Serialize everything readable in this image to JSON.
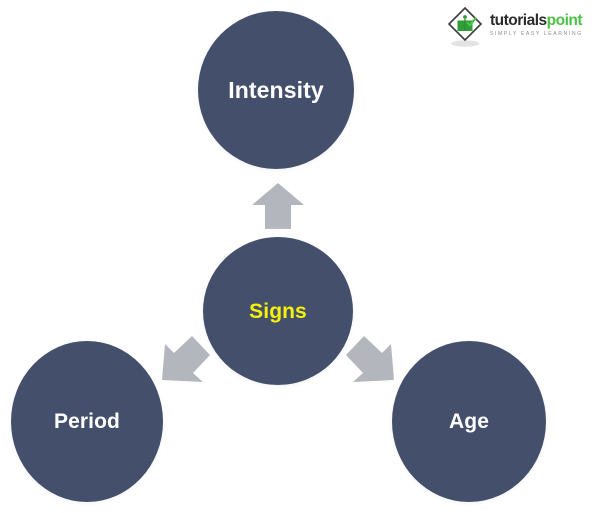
{
  "diagram": {
    "type": "radial-relationship",
    "background_color": "#ffffff",
    "node_color": "#44506b",
    "arrow_color": "#b3b6bc",
    "center": {
      "label": "Signs",
      "text_color": "#f5f209"
    },
    "nodes": [
      {
        "label": "Intensity",
        "text_color": "#ffffff",
        "position": "top"
      },
      {
        "label": "Period",
        "text_color": "#ffffff",
        "position": "bottom-left"
      },
      {
        "label": "Age",
        "text_color": "#ffffff",
        "position": "bottom-right"
      }
    ],
    "arrows": [
      {
        "name": "arrow-up",
        "from": "Signs",
        "to": "Intensity",
        "direction": "up"
      },
      {
        "name": "arrow-down-left",
        "from": "Signs",
        "to": "Period",
        "direction": "down-left"
      },
      {
        "name": "arrow-down-right",
        "from": "Signs",
        "to": "Age",
        "direction": "down-right"
      }
    ]
  },
  "logo": {
    "word_part_one": "tutorials",
    "word_part_two": "point",
    "tagline": "SIMPLY EASY LEARNING",
    "brand_green": "#4cc247",
    "brand_dark": "#2b2b2b"
  }
}
